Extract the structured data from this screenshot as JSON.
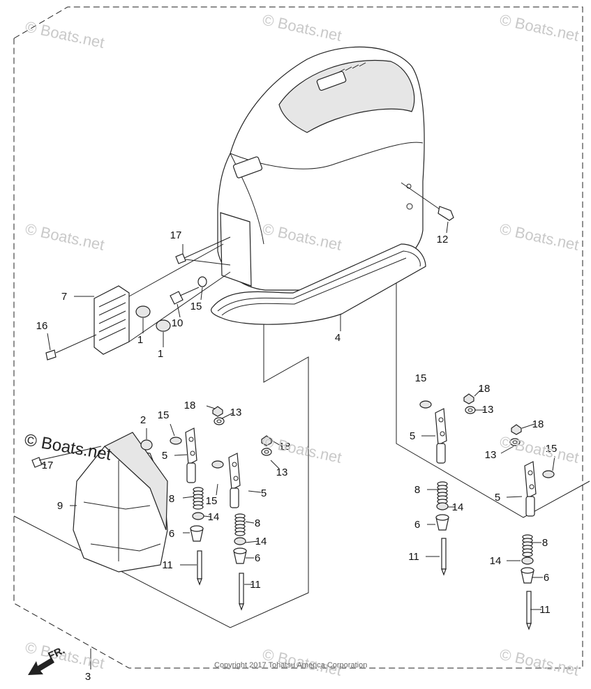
{
  "diagram": {
    "type": "exploded-parts-diagram",
    "part_labels": [
      {
        "id": "lbl-17a",
        "text": "17"
      },
      {
        "id": "lbl-12",
        "text": "12"
      },
      {
        "id": "lbl-7",
        "text": "7"
      },
      {
        "id": "lbl-15a",
        "text": "15"
      },
      {
        "id": "lbl-10",
        "text": "10"
      },
      {
        "id": "lbl-16",
        "text": "16"
      },
      {
        "id": "lbl-1a",
        "text": "1"
      },
      {
        "id": "lbl-1b",
        "text": "1"
      },
      {
        "id": "lbl-4",
        "text": "4"
      },
      {
        "id": "lbl-15b",
        "text": "15"
      },
      {
        "id": "lbl-18a",
        "text": "18"
      },
      {
        "id": "lbl-13a",
        "text": "13"
      },
      {
        "id": "lbl-18b",
        "text": "18"
      },
      {
        "id": "lbl-13b",
        "text": "13"
      },
      {
        "id": "lbl-2",
        "text": "2"
      },
      {
        "id": "lbl-15c",
        "text": "15"
      },
      {
        "id": "lbl-5a",
        "text": "5"
      },
      {
        "id": "lbl-18c",
        "text": "18"
      },
      {
        "id": "lbl-13c",
        "text": "13"
      },
      {
        "id": "lbl-17b",
        "text": "17"
      },
      {
        "id": "lbl-9",
        "text": "9"
      },
      {
        "id": "lbl-8a",
        "text": "8"
      },
      {
        "id": "lbl-15d",
        "text": "15"
      },
      {
        "id": "lbl-5b",
        "text": "5"
      },
      {
        "id": "lbl-14a",
        "text": "14"
      },
      {
        "id": "lbl-8b",
        "text": "8"
      },
      {
        "id": "lbl-6a",
        "text": "6"
      },
      {
        "id": "lbl-14b",
        "text": "14"
      },
      {
        "id": "lbl-6b",
        "text": "6"
      },
      {
        "id": "lbl-11a",
        "text": "11"
      },
      {
        "id": "lbl-11b",
        "text": "11"
      },
      {
        "id": "lbl-5c",
        "text": "5"
      },
      {
        "id": "lbl-18d",
        "text": "18"
      },
      {
        "id": "lbl-13d",
        "text": "13"
      },
      {
        "id": "lbl-15e",
        "text": "15"
      },
      {
        "id": "lbl-13e",
        "text": "13"
      },
      {
        "id": "lbl-5d",
        "text": "5"
      },
      {
        "id": "lbl-8c",
        "text": "8"
      },
      {
        "id": "lbl-14c",
        "text": "14"
      },
      {
        "id": "lbl-6c",
        "text": "6"
      },
      {
        "id": "lbl-11c",
        "text": "11"
      },
      {
        "id": "lbl-8d",
        "text": "8"
      },
      {
        "id": "lbl-14d",
        "text": "14"
      },
      {
        "id": "lbl-6d",
        "text": "6"
      },
      {
        "id": "lbl-11d",
        "text": "11"
      },
      {
        "id": "lbl-3",
        "text": "3"
      }
    ],
    "watermark_text": "© Boats.net",
    "watermark_large": "© Boats.net",
    "direction_label": "FR.",
    "copyright": "Copyright 2017 Tohatsu America Corporation"
  }
}
